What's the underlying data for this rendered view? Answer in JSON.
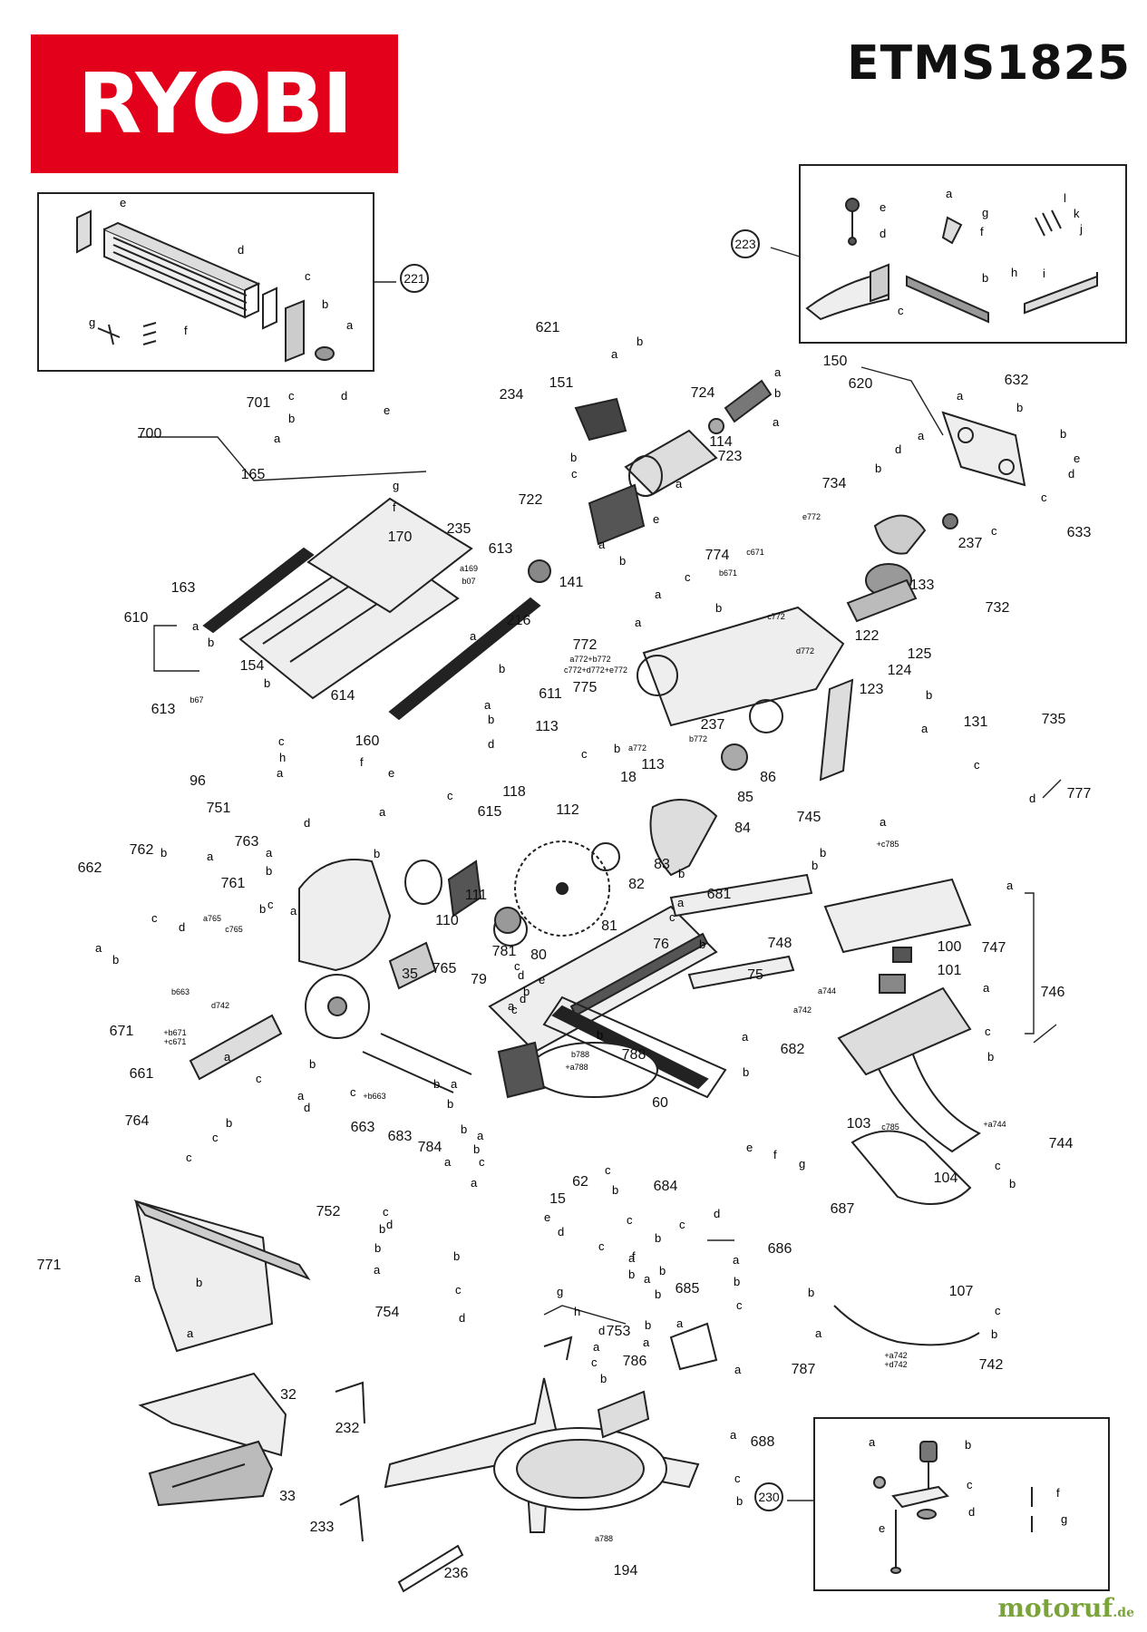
{
  "header": {
    "brand": "RYOBI",
    "model": "ETMS1825"
  },
  "watermark": {
    "name": "motoruf",
    "tld": ".de"
  },
  "colors": {
    "brand_red": "#e3001b",
    "watermark_green": "#7aa33a",
    "line": "#222222"
  },
  "callouts": [
    {
      "id": "c221",
      "label": "221",
      "circled": true
    },
    {
      "id": "c223",
      "label": "223",
      "circled": true
    },
    {
      "id": "c230",
      "label": "230",
      "circled": true
    },
    {
      "id": "c621",
      "label": "621"
    },
    {
      "id": "c150",
      "label": "150"
    },
    {
      "id": "c620",
      "label": "620"
    },
    {
      "id": "c151",
      "label": "151"
    },
    {
      "id": "c724",
      "label": "724"
    },
    {
      "id": "c114",
      "label": "114"
    },
    {
      "id": "c723",
      "label": "723"
    },
    {
      "id": "c632",
      "label": "632"
    },
    {
      "id": "c633",
      "label": "633"
    },
    {
      "id": "c700",
      "label": "700"
    },
    {
      "id": "c701",
      "label": "701"
    },
    {
      "id": "c165",
      "label": "165"
    },
    {
      "id": "c234",
      "label": "234"
    },
    {
      "id": "c235",
      "label": "235"
    },
    {
      "id": "c613a",
      "label": "613"
    },
    {
      "id": "c722",
      "label": "722"
    },
    {
      "id": "c141",
      "label": "141"
    },
    {
      "id": "c734",
      "label": "734"
    },
    {
      "id": "c237a",
      "label": "237"
    },
    {
      "id": "c133",
      "label": "133"
    },
    {
      "id": "c732",
      "label": "732"
    },
    {
      "id": "c170",
      "label": "170"
    },
    {
      "id": "c163",
      "label": "163"
    },
    {
      "id": "c610",
      "label": "610"
    },
    {
      "id": "c216",
      "label": "216"
    },
    {
      "id": "c774",
      "label": "774"
    },
    {
      "id": "c772",
      "label": "772"
    },
    {
      "id": "c122",
      "label": "122"
    },
    {
      "id": "c125",
      "label": "125"
    },
    {
      "id": "c124",
      "label": "124"
    },
    {
      "id": "c123",
      "label": "123"
    },
    {
      "id": "c611",
      "label": "611"
    },
    {
      "id": "c154",
      "label": "154"
    },
    {
      "id": "c614",
      "label": "614"
    },
    {
      "id": "c613b",
      "label": "613"
    },
    {
      "id": "c775",
      "label": "775"
    },
    {
      "id": "c237b",
      "label": "237"
    },
    {
      "id": "c131",
      "label": "131"
    },
    {
      "id": "c735",
      "label": "735"
    },
    {
      "id": "c160",
      "label": "160"
    },
    {
      "id": "c113a",
      "label": "113"
    },
    {
      "id": "c113b",
      "label": "113"
    },
    {
      "id": "c18",
      "label": "18"
    },
    {
      "id": "c86",
      "label": "86"
    },
    {
      "id": "c96",
      "label": "96"
    },
    {
      "id": "c751",
      "label": "751"
    },
    {
      "id": "c615",
      "label": "615"
    },
    {
      "id": "c118",
      "label": "118"
    },
    {
      "id": "c112",
      "label": "112"
    },
    {
      "id": "c85",
      "label": "85"
    },
    {
      "id": "c777",
      "label": "777"
    },
    {
      "id": "c84",
      "label": "84"
    },
    {
      "id": "c745",
      "label": "745"
    },
    {
      "id": "c762",
      "label": "762"
    },
    {
      "id": "c763",
      "label": "763"
    },
    {
      "id": "c662",
      "label": "662"
    },
    {
      "id": "c761",
      "label": "761"
    },
    {
      "id": "c110",
      "label": "110"
    },
    {
      "id": "c111",
      "label": "111"
    },
    {
      "id": "c83",
      "label": "83"
    },
    {
      "id": "c82",
      "label": "82"
    },
    {
      "id": "c681",
      "label": "681"
    },
    {
      "id": "c81",
      "label": "81"
    },
    {
      "id": "c100",
      "label": "100"
    },
    {
      "id": "c747",
      "label": "747"
    },
    {
      "id": "c748",
      "label": "748"
    },
    {
      "id": "c76",
      "label": "76"
    },
    {
      "id": "c781",
      "label": "781"
    },
    {
      "id": "c80",
      "label": "80"
    },
    {
      "id": "c79",
      "label": "79"
    },
    {
      "id": "c35",
      "label": "35"
    },
    {
      "id": "c765",
      "label": "765"
    },
    {
      "id": "c75",
      "label": "75"
    },
    {
      "id": "c101",
      "label": "101"
    },
    {
      "id": "c746",
      "label": "746"
    },
    {
      "id": "c671",
      "label": "671"
    },
    {
      "id": "c682",
      "label": "682"
    },
    {
      "id": "c788",
      "label": "788"
    },
    {
      "id": "c661",
      "label": "661"
    },
    {
      "id": "c60",
      "label": "60"
    },
    {
      "id": "c663",
      "label": "663"
    },
    {
      "id": "c683",
      "label": "683"
    },
    {
      "id": "c764",
      "label": "764"
    },
    {
      "id": "c103",
      "label": "103"
    },
    {
      "id": "c744",
      "label": "744"
    },
    {
      "id": "c784",
      "label": "784"
    },
    {
      "id": "c62",
      "label": "62"
    },
    {
      "id": "c684",
      "label": "684"
    },
    {
      "id": "c104",
      "label": "104"
    },
    {
      "id": "c687",
      "label": "687"
    },
    {
      "id": "c752",
      "label": "752"
    },
    {
      "id": "c15",
      "label": "15"
    },
    {
      "id": "c686",
      "label": "686"
    },
    {
      "id": "c771",
      "label": "771"
    },
    {
      "id": "c107",
      "label": "107"
    },
    {
      "id": "c685",
      "label": "685"
    },
    {
      "id": "c754",
      "label": "754"
    },
    {
      "id": "c753",
      "label": "753"
    },
    {
      "id": "c786",
      "label": "786"
    },
    {
      "id": "c787",
      "label": "787"
    },
    {
      "id": "c742",
      "label": "742"
    },
    {
      "id": "c32",
      "label": "32"
    },
    {
      "id": "c232",
      "label": "232"
    },
    {
      "id": "c688",
      "label": "688"
    },
    {
      "id": "c33",
      "label": "33"
    },
    {
      "id": "c233",
      "label": "233"
    },
    {
      "id": "c236",
      "label": "236"
    },
    {
      "id": "c194",
      "label": "194"
    }
  ],
  "small_labels": {
    "a169": "a169",
    "b07": "b07",
    "b67": "b67",
    "a772": "a772",
    "b772": "b772",
    "c772": "c772",
    "d772": "d772",
    "e772": "e772",
    "b671": "b671",
    "c671": "c671",
    "a765": "a765",
    "c765": "c765",
    "b663": "b663",
    "d742": "d742",
    "a744": "a744",
    "a742": "a742",
    "c785": "c785",
    "a788": "a788",
    "b788": "b788",
    "a772b772": "a772+b772",
    "c772d772e772": "c772+d772+e772",
    "plus_b671_c671": "+b671\n+c671",
    "plus_a744": "+a744",
    "plus_a742_d742": "+a742\n+d742",
    "plus_b663": "+b663",
    "plus_c785": "+c785",
    "plus_a788": "+a788"
  },
  "letters": [
    "a",
    "b",
    "c",
    "d",
    "e",
    "f",
    "g",
    "h",
    "i",
    "j",
    "k",
    "l"
  ]
}
